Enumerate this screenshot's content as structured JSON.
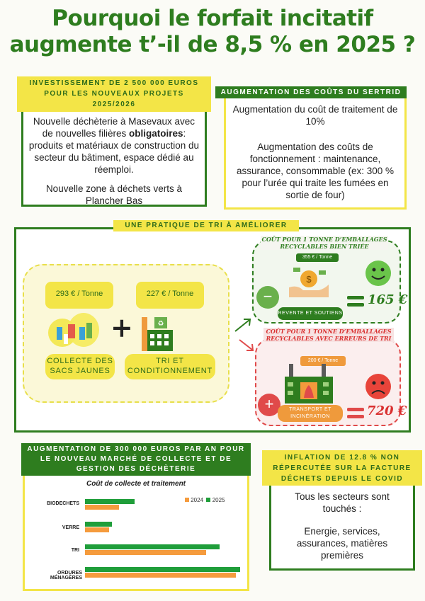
{
  "title": {
    "line1": "Pourquoi le forfait incitatif",
    "line2": "augmente t’-il de 8,5 % en 2025 ?"
  },
  "invest": {
    "tag": "Investissement de 2 500 000 euros pour les nouveaux projets 2025/2026",
    "text_before": "Nouvelle déchèterie à Masevaux avec de nouvelles filières ",
    "text_bold": "obligatoires",
    "text_after": ": produits et matériaux de construction du secteur du bâtiment, espace dédié au réemploi.",
    "text2": "Nouvelle zone à déchets verts à Plancher Bas"
  },
  "sertrid": {
    "tag": "Augmentation des coûts du Sertrid",
    "text1": "Augmentation du coût de traitement de 10%",
    "text2": "Augmentation des coûts de fonctionnement : maintenance, assurance, consommable (ex: 300 % pour l’urée qui traite les fumées en sortie de four)"
  },
  "tri": {
    "tag": "Une pratique de tri à améliorer",
    "price1": "293 € / Tonne",
    "price2": "227 € / Tonne",
    "label1": "Collecte des sacs jaunes",
    "label2": "Tri et conditionnement",
    "plus": "+",
    "good_title": "Coût pour 1 tonne d’emballages recyclables bien triée",
    "good_price": "355 € / Tonne",
    "good_pill": "Revente et soutiens",
    "good_total": "165 €",
    "bad_title": "Coût pour 1 tonne d’emballages recyclables avec erreurs de tri",
    "bad_price": "200 € / Tonne",
    "bad_pill": "Transport et incinération",
    "bad_total": "720 €",
    "minus": "−",
    "plus_sign": "+"
  },
  "collect": {
    "tag": "Augmentation de 300 000 euros par an pour le nouveau marché de collecte et de gestion des déchèterie"
  },
  "inflation": {
    "tag": "Inflation de 12.8 % non répercutée sur la facture déchets depuis le covid",
    "text1": "Tous les secteurs sont touchés :",
    "text2": "Energie, services, assurances, matières premières"
  },
  "chart_data": {
    "type": "bar",
    "orientation": "horizontal",
    "title": "Coût de collecte et traitement",
    "categories": [
      "BIODECHETS",
      "VERRE",
      "TRI",
      "ORDURES MÉNAGÈRES"
    ],
    "series": [
      {
        "name": "2024",
        "color": "#f59b3d",
        "values": [
          25,
          18,
          90,
          112
        ]
      },
      {
        "name": "2025",
        "color": "#1f9e3a",
        "values": [
          37,
          20,
          100,
          115
        ]
      }
    ],
    "xlim": [
      0,
      120
    ],
    "legend": "top-right",
    "grid": false
  }
}
